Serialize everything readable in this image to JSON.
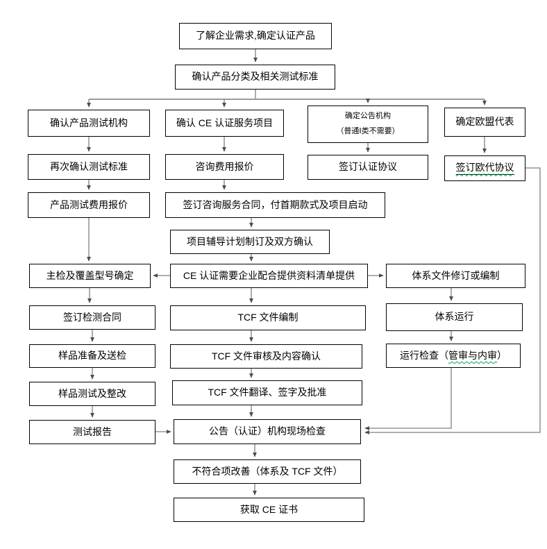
{
  "colors": {
    "line_gray": "#7f7f7f",
    "arrow_dark": "#4d4d4d",
    "border_black": "#000000",
    "squiggle_green": "#00a651"
  },
  "diagram": {
    "nodes": {
      "understand_needs": {
        "label": "了解企业需求,确定认证产品"
      },
      "confirm_classification": {
        "label": "确认产品分类及相关测试标准"
      },
      "confirm_test_lab": {
        "label": "确认产品测试机构"
      },
      "confirm_ce_service": {
        "label": "确认 CE 认证服务项目"
      },
      "confirm_notified_body": {
        "label": "确定公告机构",
        "sublabel": "（普通Ⅰ类不需要）"
      },
      "confirm_eu_rep": {
        "label": "确定欧盟代表"
      },
      "reconfirm_standards": {
        "label": "再次确认测试标准"
      },
      "consult_quote": {
        "label": "咨询费用报价"
      },
      "sign_cert_agreement": {
        "label": "签订认证协议"
      },
      "sign_eurep_agreement": {
        "label": "签订欧代协议"
      },
      "product_test_quote": {
        "label": "产品测试费用报价"
      },
      "sign_consult_contract": {
        "label": "签订咨询服务合同，付首期款式及项目启动"
      },
      "coaching_plan": {
        "label": "项目辅导计划制订及双方确认"
      },
      "main_test_models": {
        "label": "主检及覆盖型号确定"
      },
      "ce_materials_list": {
        "label": "CE 认证需要企业配合提供资料清单提供"
      },
      "system_docs": {
        "label": "体系文件修订或编制"
      },
      "sign_test_contract": {
        "label": "签订检测合同"
      },
      "tcf_prepare": {
        "label": "TCF 文件编制"
      },
      "system_run": {
        "label": "体系运行"
      },
      "sample_prepare": {
        "label": "样品准备及送检"
      },
      "tcf_review": {
        "label": "TCF 文件审核及内容确认"
      },
      "run_check": {
        "label_prefix": "运行检查（",
        "label_squiggle": "管审与内审",
        "label_suffix": "）"
      },
      "sample_test": {
        "label": "样品测试及整改"
      },
      "tcf_translate": {
        "label": "TCF 文件翻译、签字及批准"
      },
      "test_report": {
        "label": "测试报告"
      },
      "onsite_inspection": {
        "label": "公告（认证）机构现场检查"
      },
      "nonconformity_fix": {
        "label": "不符合项改善（体系及 TCF 文件）"
      },
      "get_certificate": {
        "label": "获取 CE 证书"
      }
    }
  }
}
